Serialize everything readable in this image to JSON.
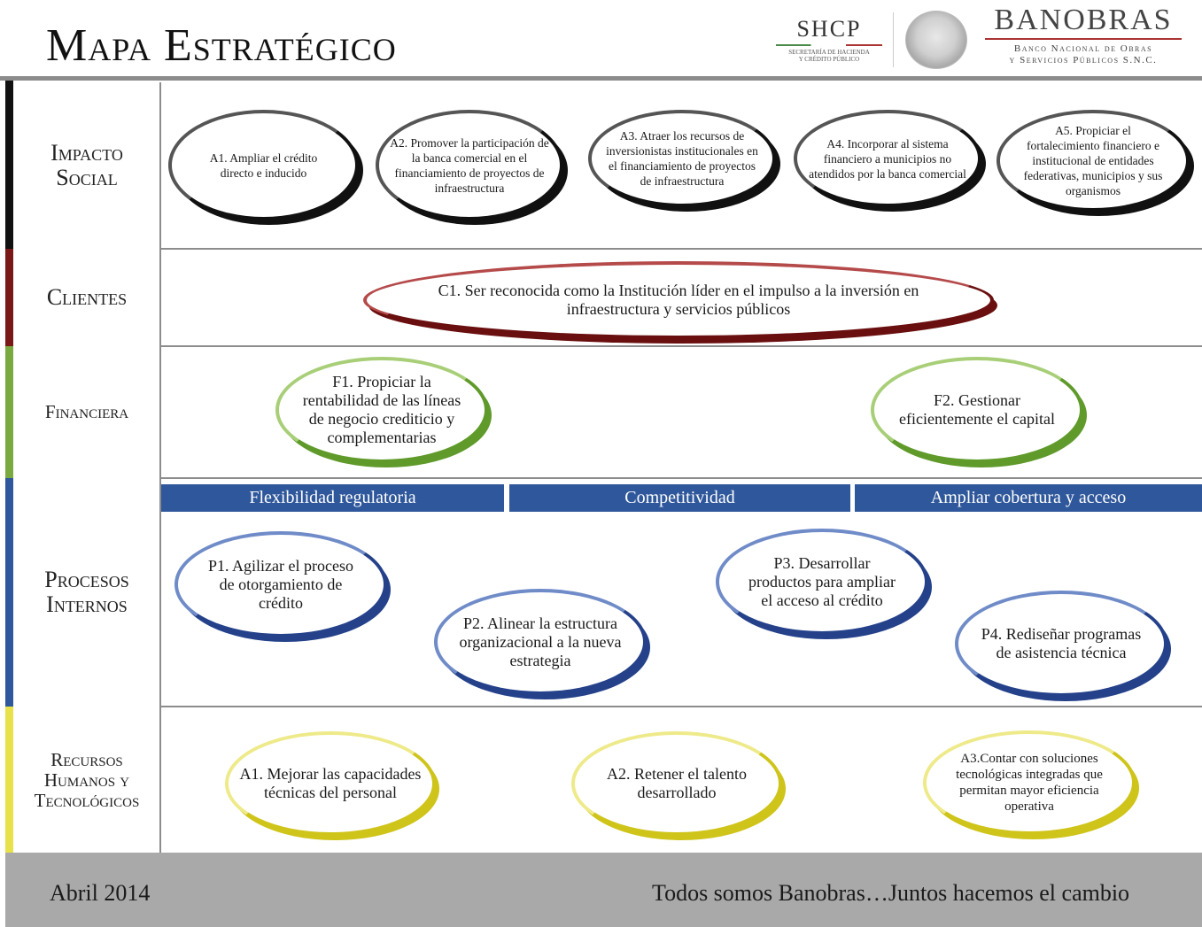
{
  "header": {
    "title": "Mapa Estratégico",
    "shcp": {
      "name": "SHCP",
      "subtitle_1": "SECRETARÍA DE HACIENDA",
      "subtitle_2": "Y CRÉDITO PÚBLICO"
    },
    "banobras": {
      "name": "BANOBRAS",
      "subtitle_1": "Banco Nacional de Obras",
      "subtitle_2": "y Servicios Públicos S.N.C."
    }
  },
  "colors": {
    "impacto_social": "#111111",
    "clientes": "#7a1717",
    "financiera": "#7aaa3f",
    "procesos_internos": "#2f579b",
    "recursos": "#e8e24a",
    "footer": "#a9a9a9"
  },
  "rows": {
    "impacto_social": {
      "label_1": "Impacto",
      "label_2": "Social",
      "objectives": [
        {
          "text": "A1. Ampliar el crédito directo e inducido"
        },
        {
          "text": "A2. Promover la participación de la banca comercial en el financiamiento de proyectos de infraestructura"
        },
        {
          "text": "A3. Atraer los recursos de inversionistas institucionales en el financiamiento de proyectos de infraestructura"
        },
        {
          "text": "A4. Incorporar al sistema financiero a municipios no atendidos por la banca comercial"
        },
        {
          "text": "A5. Propiciar el fortalecimiento financiero e institucional de entidades federativas, municipios y sus organismos"
        }
      ]
    },
    "clientes": {
      "label": "Clientes",
      "objectives": [
        {
          "text": "C1. Ser reconocida como la Institución líder en el impulso a la inversión en infraestructura y servicios públicos"
        }
      ]
    },
    "financiera": {
      "label": "Financiera",
      "objectives": [
        {
          "text": "F1. Propiciar la rentabilidad de las líneas de negocio crediticio y complementarias"
        },
        {
          "text": "F2. Gestionar eficientemente el capital"
        }
      ]
    },
    "procesos_internos": {
      "label_1": "Procesos",
      "label_2": "Internos",
      "themes": [
        "Flexibilidad regulatoria",
        "Competitividad",
        "Ampliar cobertura y acceso"
      ],
      "objectives": [
        {
          "text": "P1. Agilizar el proceso de otorgamiento de crédito"
        },
        {
          "text": "P2. Alinear la estructura organizacional a la nueva estrategia"
        },
        {
          "text": "P3. Desarrollar productos para ampliar el acceso al crédito"
        },
        {
          "text": "P4. Rediseñar programas de asistencia técnica"
        }
      ]
    },
    "recursos": {
      "label_1": "Recursos",
      "label_2": "Humanos y",
      "label_3": "Tecnológicos",
      "objectives": [
        {
          "text": "A1. Mejorar las capacidades técnicas del personal"
        },
        {
          "text": "A2. Retener el talento desarrollado"
        },
        {
          "text": "A3.Contar con soluciones tecnológicas integradas que permitan mayor eficiencia operativa"
        }
      ]
    }
  },
  "footer": {
    "date": "Abril 2014",
    "slogan": "Todos somos Banobras…Juntos hacemos el cambio"
  }
}
